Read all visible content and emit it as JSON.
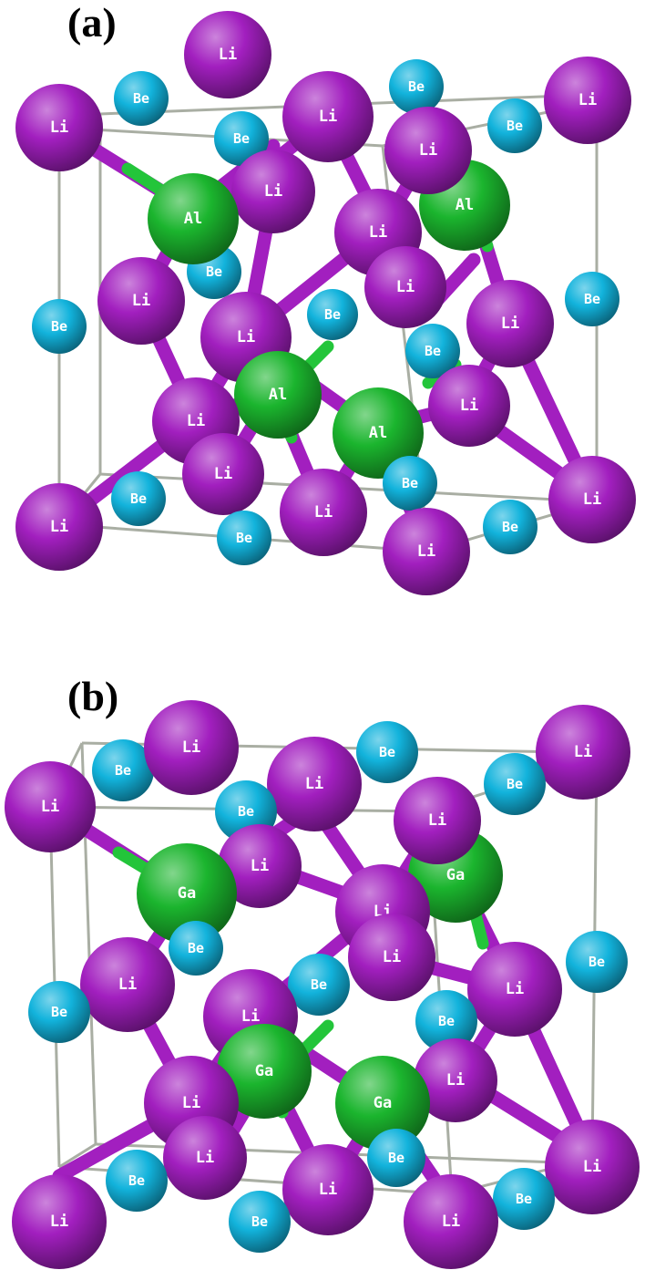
{
  "colors": {
    "li": "#a21fbf",
    "be": "#12b3dc",
    "al": "#1bb52e",
    "ga": "#1bb52e",
    "cell": "#a9aea3",
    "bond_li": "#a21fbf",
    "bond_green": "#23c53a",
    "label": "#ffffff"
  },
  "panels": [
    {
      "label": "(a)",
      "species_labels": {
        "li": "Li",
        "be": "Be",
        "x": "Al"
      }
    },
    {
      "label": "(b)",
      "species_labels": {
        "li": "Li",
        "be": "Be",
        "x": "Ga"
      }
    }
  ]
}
